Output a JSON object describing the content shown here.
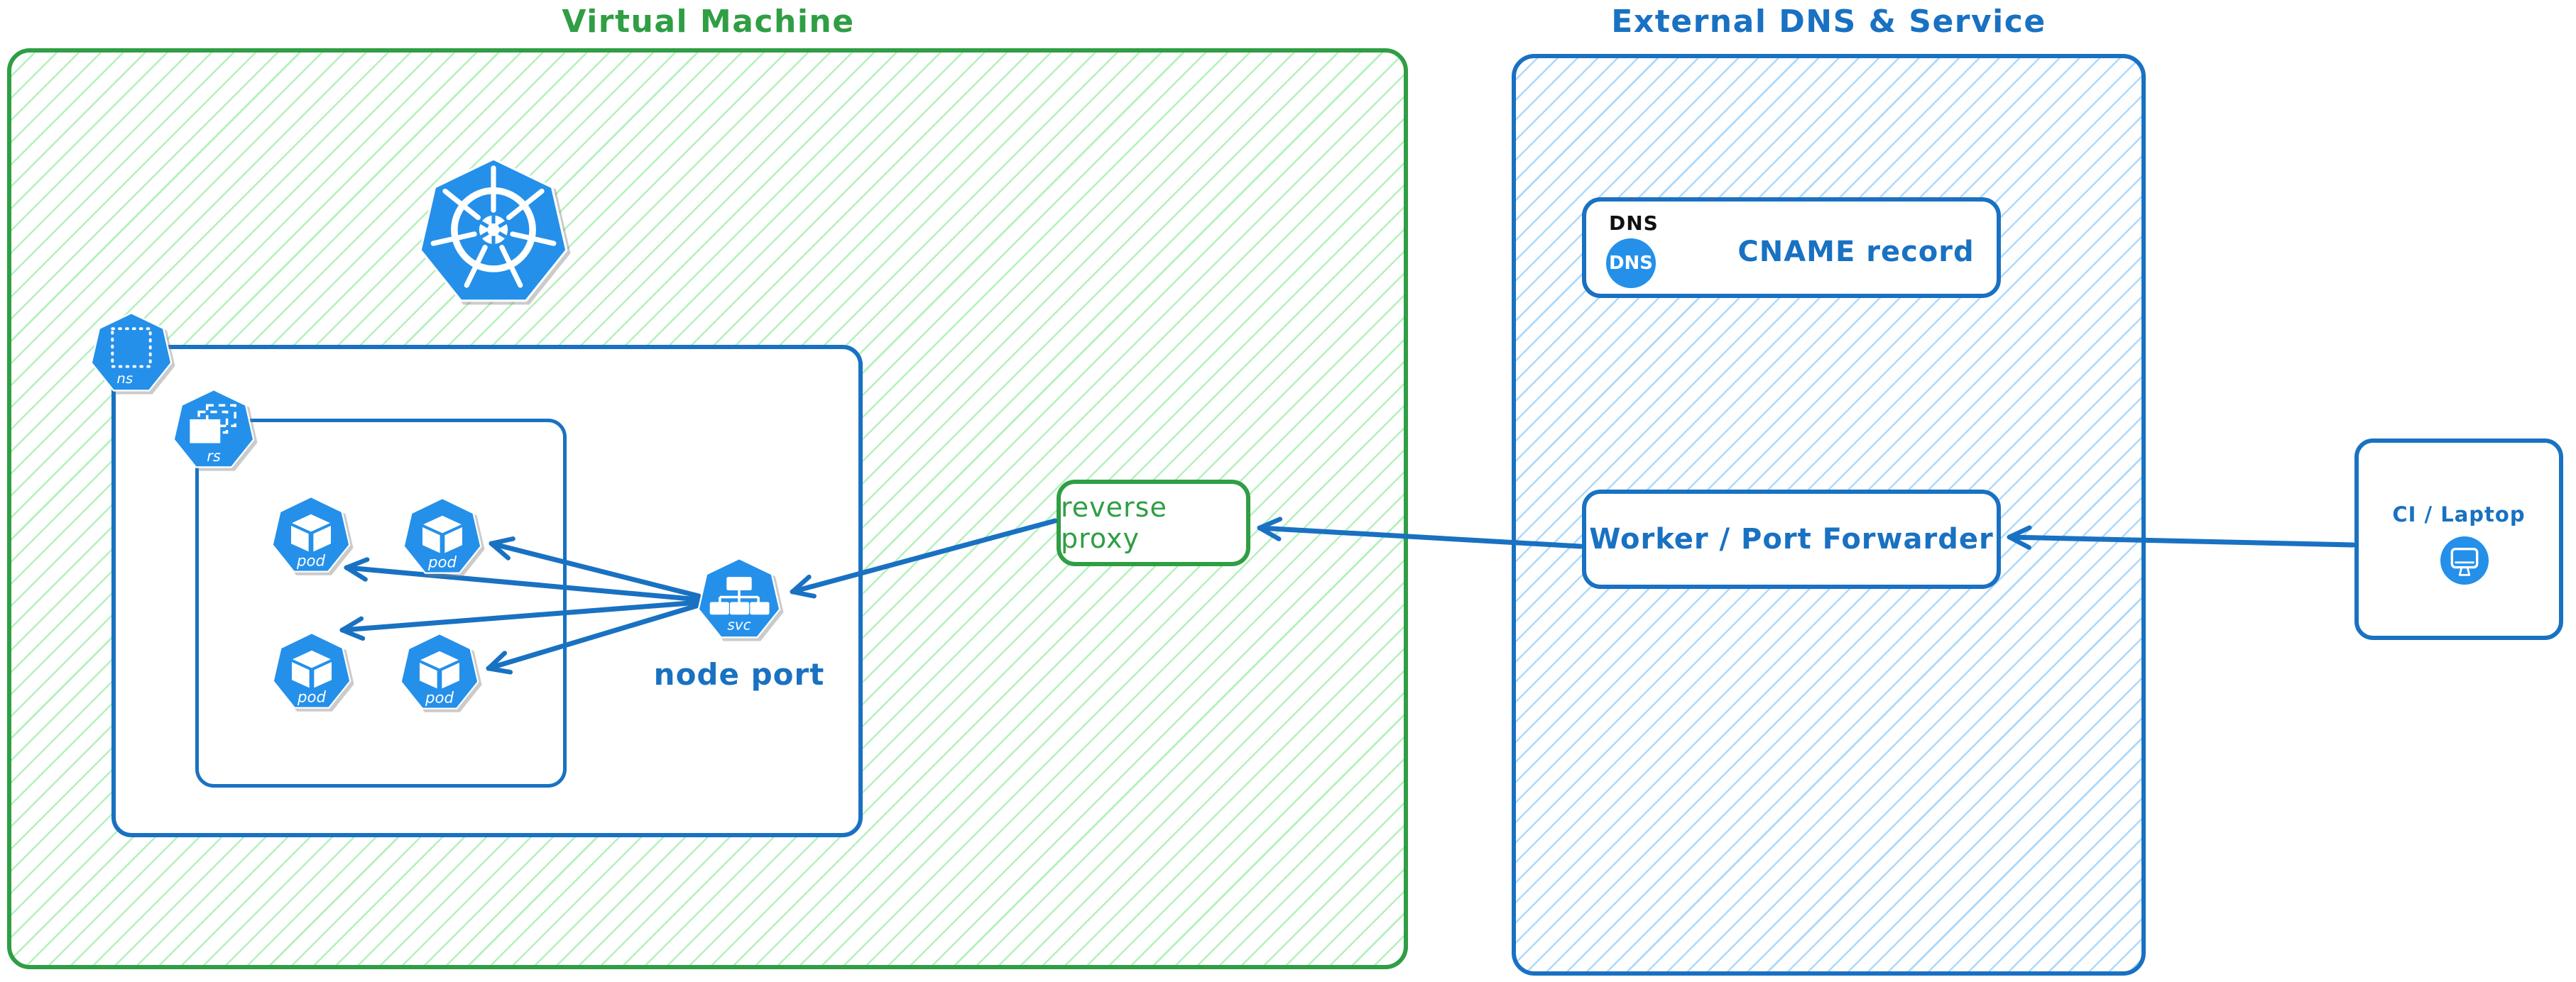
{
  "vm": {
    "title": "Virtual Machine",
    "kubernetes_logo": "kubernetes",
    "namespace": {
      "icon_label": "ns"
    },
    "replicaset": {
      "icon_label": "rs"
    },
    "pods": [
      {
        "label": "pod"
      },
      {
        "label": "pod"
      },
      {
        "label": "pod"
      },
      {
        "label": "pod"
      }
    ],
    "service": {
      "icon_label": "svc",
      "caption": "node port"
    },
    "reverse_proxy": {
      "label": "reverse proxy"
    }
  },
  "external": {
    "title": "External DNS & Service",
    "dns_card": {
      "tag": "DNS",
      "icon_text": "DNS",
      "label": "CNAME record"
    },
    "worker_card": {
      "label": "Worker / Port Forwarder"
    }
  },
  "client": {
    "label": "CI / Laptop"
  },
  "colors": {
    "green_stroke": "#2f9e44",
    "green_hatch": "#8ce99a",
    "blue_stroke": "#1971c2",
    "blue_hatch": "#74c0fc",
    "icon_blue": "#2490ea",
    "dns_tag_text": "#111111",
    "background": "#ffffff"
  }
}
